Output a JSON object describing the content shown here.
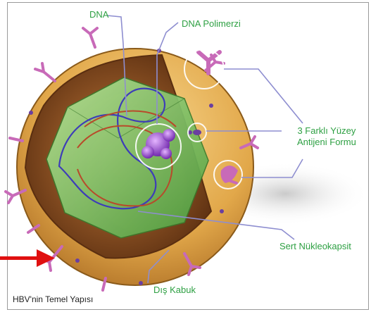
{
  "labels": {
    "dna": "DNA",
    "dna_polymerase": "DNA Polimerzi",
    "surface_antigen_line1": "3 Farklı Yüzey",
    "surface_antigen_line2": "Antijeni Formu",
    "nucleocapsid": "Sert Nükleokapsit",
    "outer_shell": "Dış Kabuk"
  },
  "caption": "HBV'nin Temel Yapısı",
  "colors": {
    "label_green": "#2ea043",
    "leader_line": "#8e8ed0",
    "envelope": "#e8b552",
    "envelope_dark": "#8a4b16",
    "capsid": "#7ec86a",
    "spike": "#c86ab8",
    "polymerase": "#9a3ed6",
    "arrow": "#e01010"
  },
  "icons": [
    "red-arrow-icon"
  ]
}
